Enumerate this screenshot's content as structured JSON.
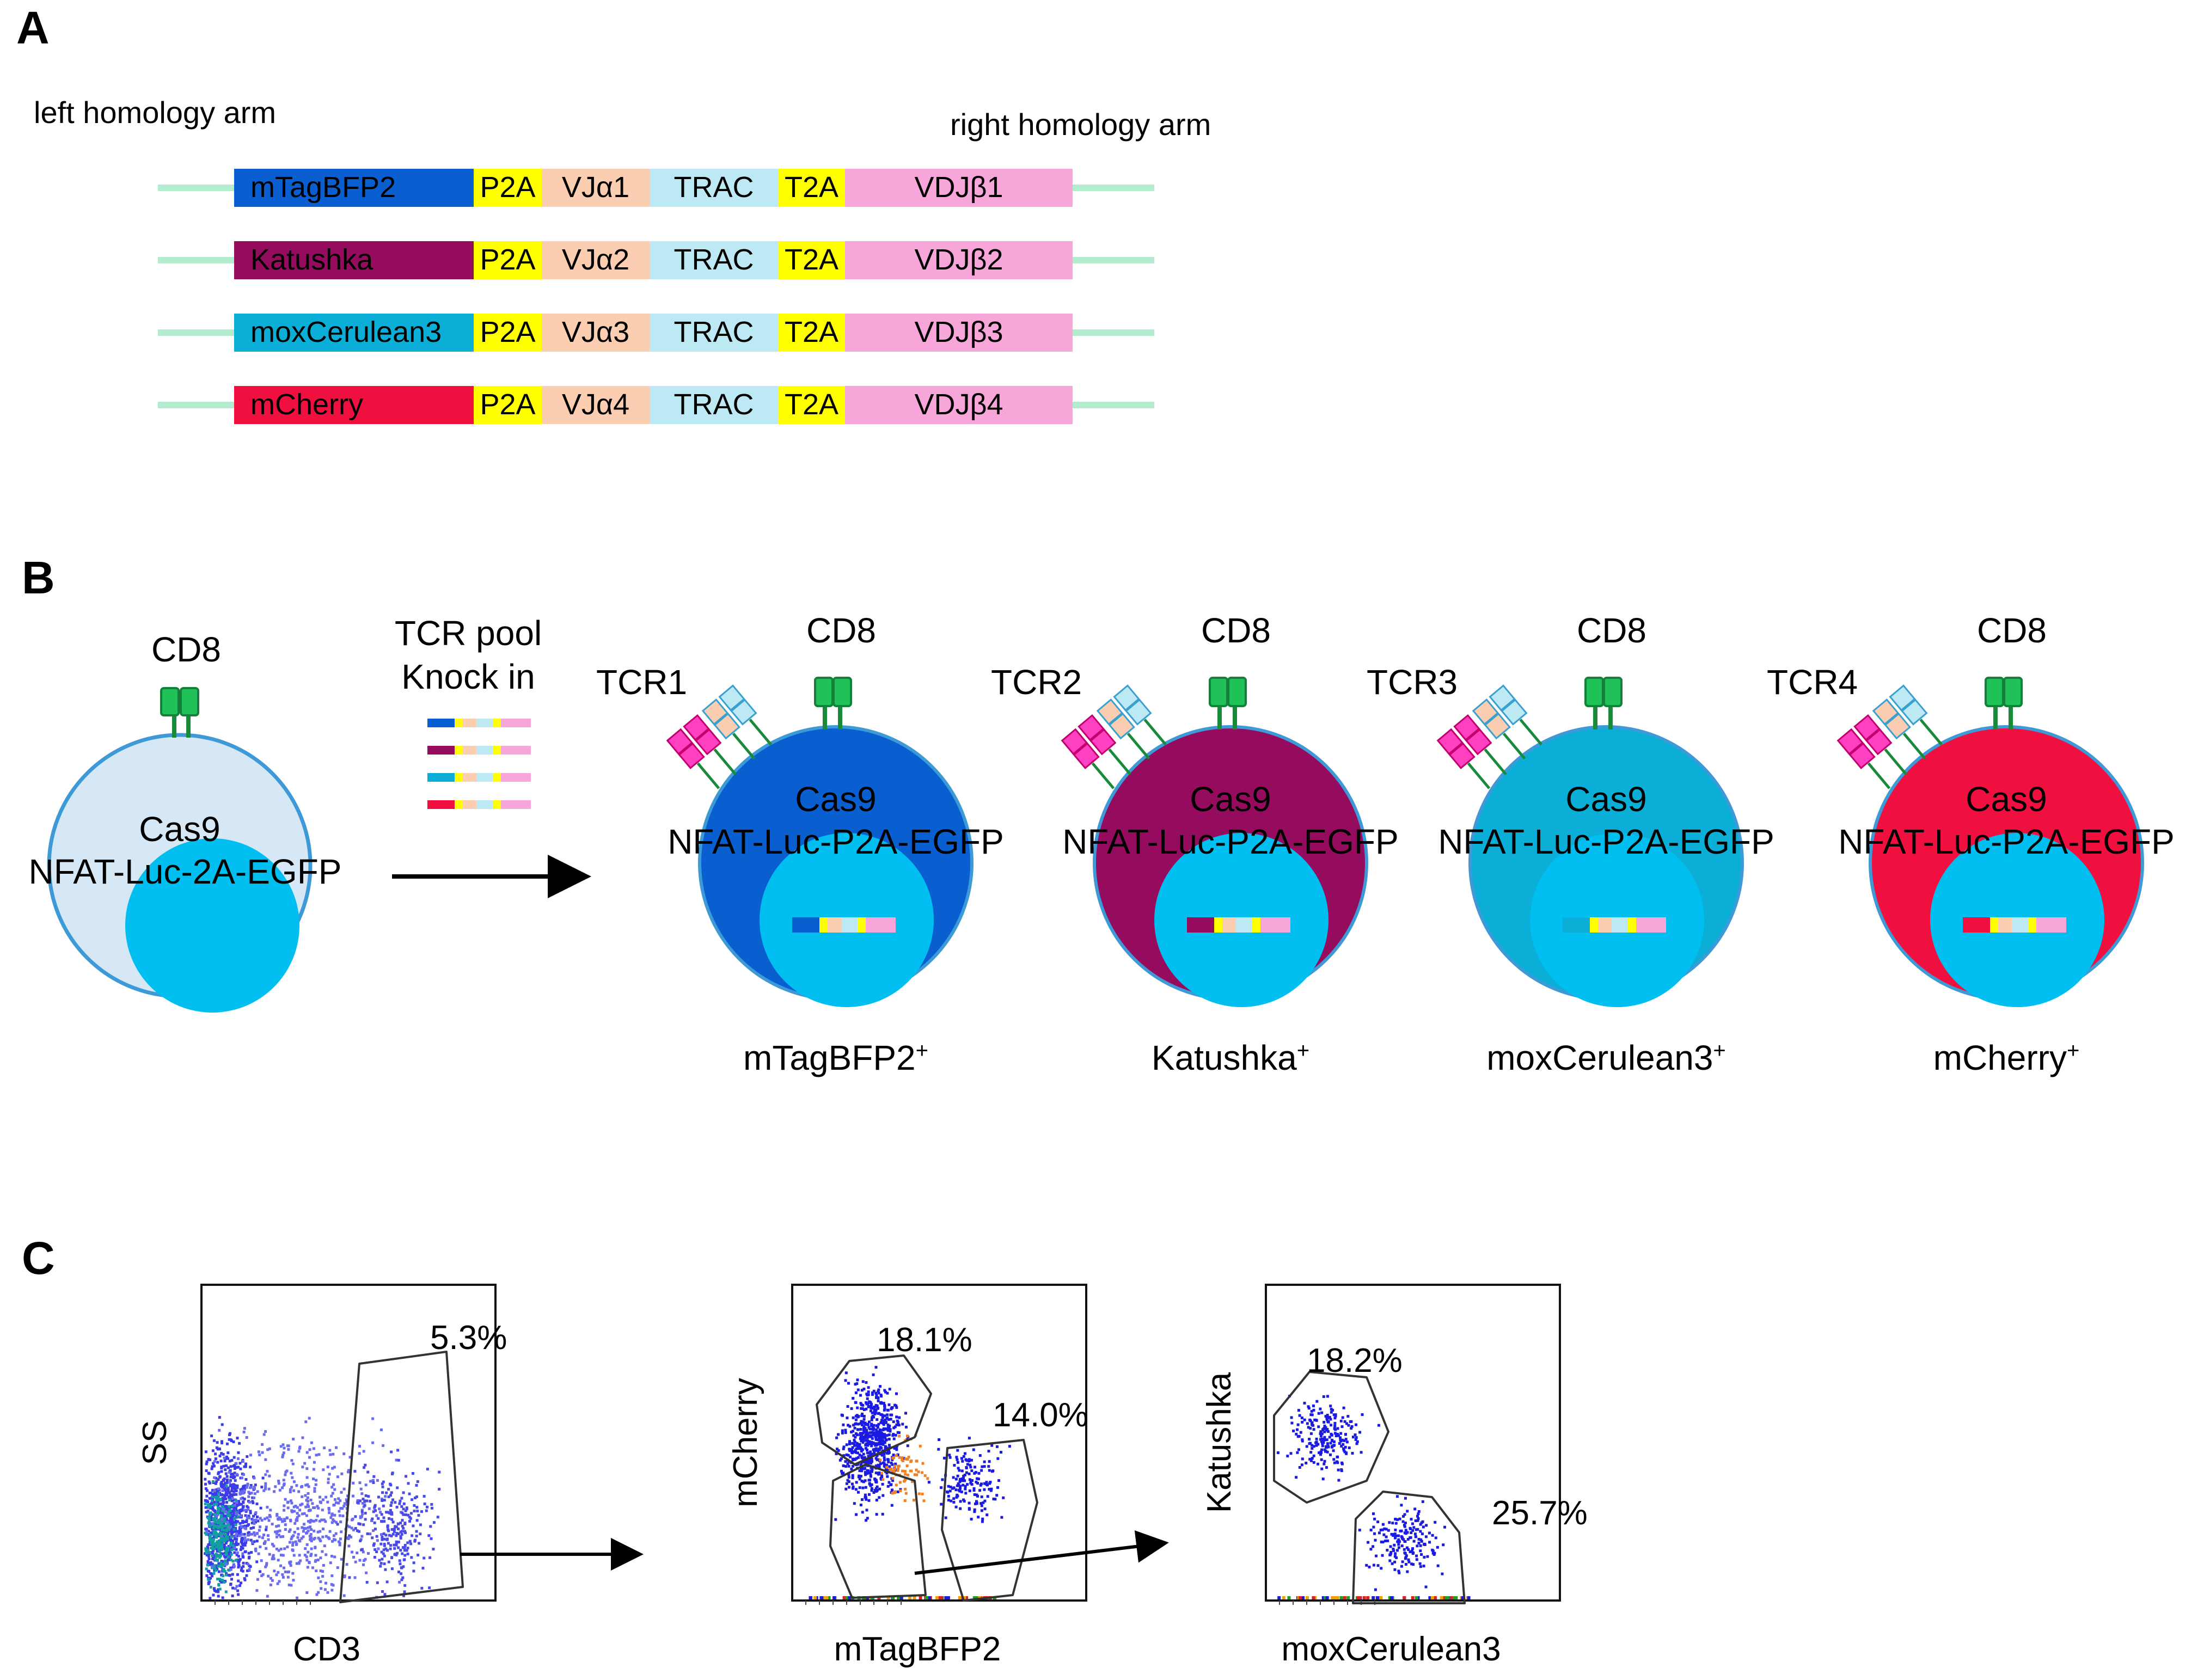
{
  "panel_a": {
    "label": "A",
    "left_arm": "left homology arm",
    "right_arm": "right homology arm",
    "constructs": [
      {
        "reporter": "mTagBFP2",
        "reporter_color": "#0a5fd0",
        "p2a": "P2A",
        "vj": "VJα1",
        "trac": "TRAC",
        "t2a": "T2A",
        "vdj": "VDJβ1"
      },
      {
        "reporter": "Katushka",
        "reporter_color": "#950c5e",
        "p2a": "P2A",
        "vj": "VJα2",
        "trac": "TRAC",
        "t2a": "T2A",
        "vdj": "VDJβ2"
      },
      {
        "reporter": "moxCerulean3",
        "reporter_color": "#0aaed6",
        "p2a": "P2A",
        "vj": "VJα3",
        "trac": "TRAC",
        "t2a": "T2A",
        "vdj": "VDJβ3"
      },
      {
        "reporter": "mCherry",
        "reporter_color": "#f01040",
        "p2a": "P2A",
        "vj": "VJα4",
        "trac": "TRAC",
        "t2a": "T2A",
        "vdj": "VDJβ4"
      }
    ],
    "segment_colors": {
      "arm": "#b4ecd0",
      "p2a": "#ffff00",
      "vj": "#fbcdb1",
      "trac": "#bde9f5",
      "t2a": "#ffff00",
      "vdj": "#f7a6da"
    }
  },
  "panel_b": {
    "label": "B",
    "parent_cell": {
      "cd8": "CD8",
      "cas9": "Cas9",
      "reporter": "NFAT-Luc-2A-EGFP"
    },
    "arrow_label_line1": "TCR pool",
    "arrow_label_line2": "Knock in",
    "cells": [
      {
        "tcr": "TCR1",
        "cd8": "CD8",
        "cas9": "Cas9",
        "reporter": "NFAT-Luc-P2A-EGFP",
        "name": "mTagBFP2",
        "sup": "+",
        "color": "#0a5fd0"
      },
      {
        "tcr": "TCR2",
        "cd8": "CD8",
        "cas9": "Cas9",
        "reporter": "NFAT-Luc-P2A-EGFP",
        "name": "Katushka",
        "sup": "+",
        "color": "#950c5e"
      },
      {
        "tcr": "TCR3",
        "cd8": "CD8",
        "cas9": "Cas9",
        "reporter": "NFAT-Luc-P2A-EGFP",
        "name": "moxCerulean3",
        "sup": "+",
        "color": "#0aaed6"
      },
      {
        "tcr": "TCR4",
        "cd8": "CD8",
        "cas9": "Cas9",
        "reporter": "NFAT-Luc-P2A-EGFP",
        "name": "mCherry",
        "sup": "+",
        "color": "#f01040"
      }
    ]
  },
  "panel_c": {
    "label": "C",
    "plots": [
      {
        "xlabel": "CD3",
        "ylabel": "SS",
        "gates": [
          "5.3%"
        ]
      },
      {
        "xlabel": "mTagBFP2",
        "ylabel": "mCherry",
        "gates": [
          "18.1%",
          "14.0%"
        ]
      },
      {
        "xlabel": "moxCerulean3",
        "ylabel": "Katushka",
        "gates": [
          "18.2%",
          "25.7%"
        ]
      }
    ]
  }
}
